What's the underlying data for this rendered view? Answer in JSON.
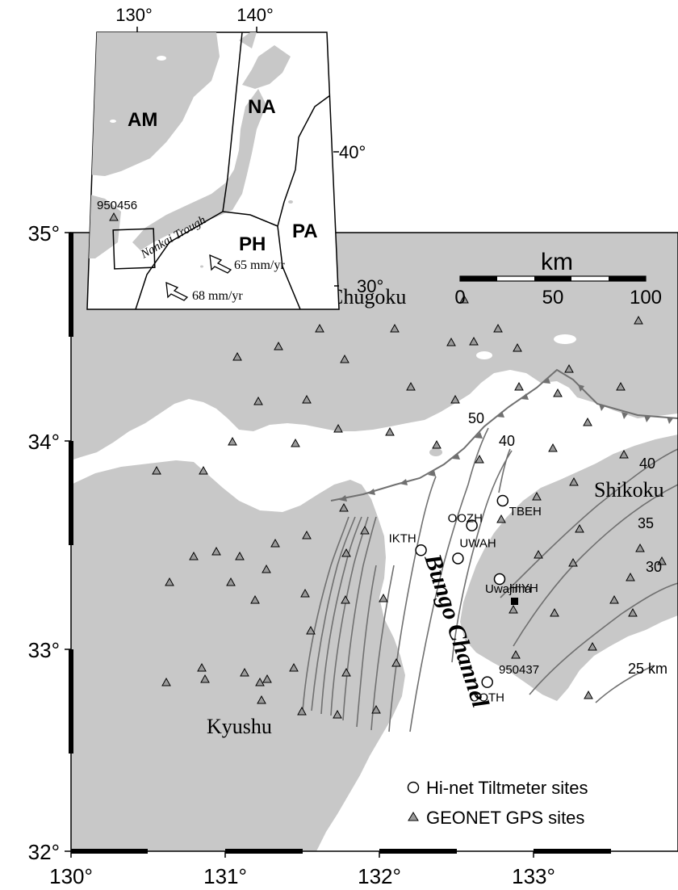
{
  "map": {
    "lat_labels": [
      "35°",
      "34°",
      "33°",
      "32°"
    ],
    "lon_labels": [
      "130°",
      "131°",
      "132°",
      "133°"
    ],
    "regions": {
      "chugoku": "Chugoku",
      "shikoku": "Shikoku",
      "kyushu": "Kyushu",
      "bungo": "Bungo Channel"
    },
    "place": "Uwajima",
    "scale_bar": {
      "unit": "km",
      "ticks": [
        "0",
        "50",
        "100"
      ]
    },
    "contours": [
      "50",
      "40",
      "40",
      "35",
      "30",
      "25 km"
    ],
    "tiltmeters": [
      {
        "name": "OOZH",
        "lon": 132.6,
        "lat": 33.58
      },
      {
        "name": "TBEH",
        "lon": 132.8,
        "lat": 33.7
      },
      {
        "name": "IKTH",
        "lon": 132.27,
        "lat": 33.46
      },
      {
        "name": "UWAH",
        "lon": 132.51,
        "lat": 33.42
      },
      {
        "name": "HIYH",
        "lon": 132.78,
        "lat": 33.32
      },
      {
        "name": "OOTH",
        "lon": 132.7,
        "lat": 32.82
      }
    ],
    "gps_label": "950437",
    "legend": {
      "tilt": "Hi-net Tiltmeter sites",
      "gps": "GEONET GPS sites"
    },
    "colors": {
      "land": "#c8c8c8",
      "sea": "#ffffff",
      "marker": "#9b9b9b",
      "contour": "#707070"
    }
  },
  "inset": {
    "lon_labels": [
      "130°",
      "140°"
    ],
    "lat_labels": [
      "40°",
      "30°"
    ],
    "plates": [
      "AM",
      "NA",
      "PA",
      "PH"
    ],
    "trough": "Nankai Trough",
    "rates": [
      "65 mm/yr",
      "68 mm/yr"
    ],
    "station": "950456"
  }
}
